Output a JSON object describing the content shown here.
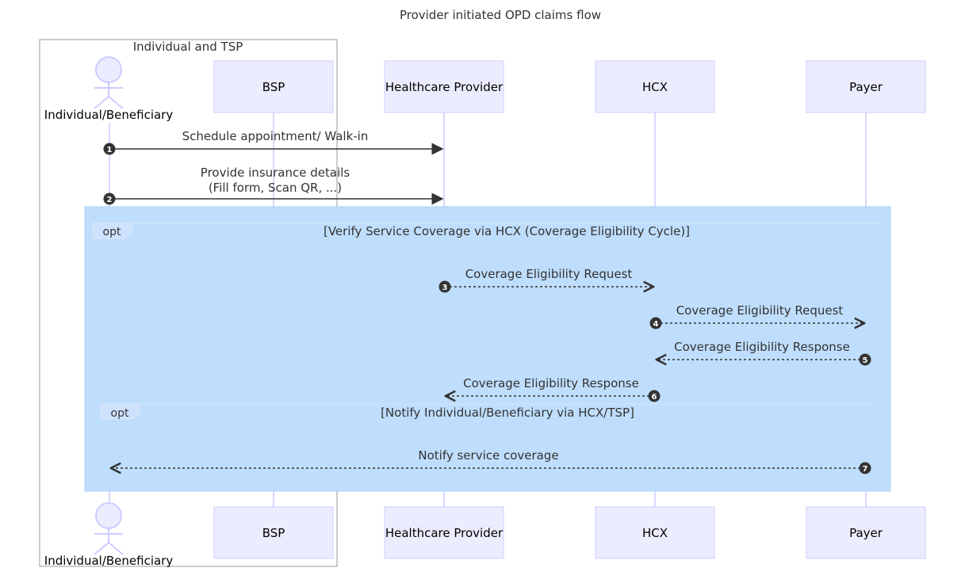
{
  "title": "Provider initiated OPD claims flow",
  "box": {
    "label": "Individual and TSP"
  },
  "participants": {
    "individual": "Individual/Beneficiary",
    "bsp": "BSP",
    "provider": "Healthcare Provider",
    "hcx": "HCX",
    "payer": "Payer"
  },
  "messages": [
    {
      "num": "1",
      "label": "Schedule appointment/ Walk-in",
      "from": "individual",
      "to": "provider",
      "style": "solid"
    },
    {
      "num": "2",
      "label_lines": [
        "Provide insurance details",
        "(Fill form, Scan QR, ...)"
      ],
      "from": "individual",
      "to": "provider",
      "style": "solid"
    },
    {
      "num": "3",
      "label": "Coverage Eligibility Request",
      "from": "provider",
      "to": "hcx",
      "style": "dotted"
    },
    {
      "num": "4",
      "label": "Coverage Eligibility Request",
      "from": "hcx",
      "to": "payer",
      "style": "dotted"
    },
    {
      "num": "5",
      "label": "Coverage Eligibility Response",
      "from": "payer",
      "to": "hcx",
      "style": "dotted"
    },
    {
      "num": "6",
      "label": "Coverage Eligibility Response",
      "from": "hcx",
      "to": "provider",
      "style": "dotted"
    },
    {
      "num": "7",
      "label": "Notify service coverage",
      "from": "payer",
      "to": "individual",
      "style": "dotted"
    }
  ],
  "opt_blocks": [
    {
      "keyword": "opt",
      "condition": "[Verify Service Coverage via HCX (Coverage Eligibility Cycle)]"
    },
    {
      "keyword": "opt",
      "condition": "[Notify Individual/Beneficiary via HCX/TSP]"
    }
  ],
  "colors": {
    "participant_fill": "#ECECFF",
    "participant_stroke": "#CCCCFF",
    "lifeline": "#CCCCFF",
    "opt_fill": "#BFDEFD",
    "arrow": "#333333",
    "text": "#333333"
  }
}
